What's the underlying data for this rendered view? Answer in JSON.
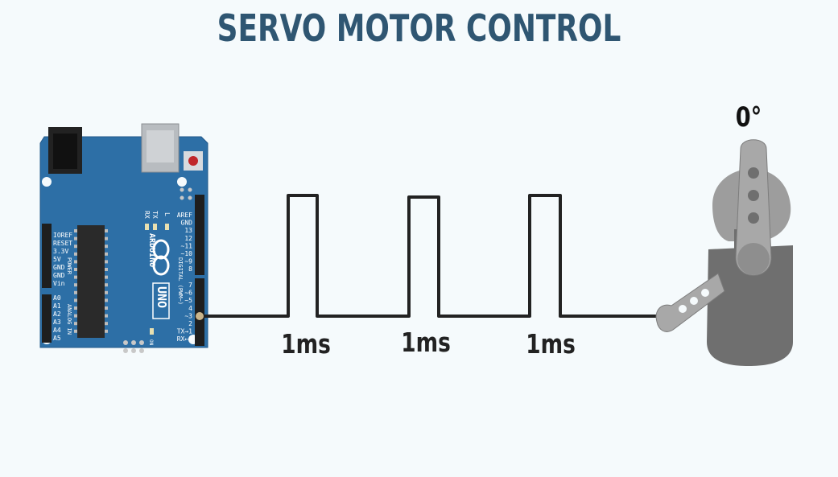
{
  "title": "SERVO MOTOR CONTROL",
  "angle": "0°",
  "pulses": [
    {
      "label": "1ms"
    },
    {
      "label": "1ms"
    },
    {
      "label": "1ms"
    }
  ],
  "arduino": {
    "brand": "ARDUINO",
    "model": "UNO",
    "left_labels": [
      "IOREF",
      "RESET",
      "3.3V",
      "5V",
      "GND",
      "GND",
      "Vin"
    ],
    "power_label": "POWER",
    "analog_labels": [
      "A0",
      "A1",
      "A2",
      "A3",
      "A4",
      "A5"
    ],
    "analog_title": "ANALOG IN",
    "right_top_labels": [
      "AREF",
      "GND",
      "13",
      "12",
      "~11",
      "~10",
      "~9",
      "8"
    ],
    "right_bottom_labels": [
      "7",
      "~6",
      "~5",
      "4",
      "~3",
      "2",
      "TX→1",
      "RX←0"
    ],
    "digital_title": "DIGITAL (PWM~)",
    "tx": "TX",
    "rx": "RX",
    "l": "L",
    "on": "ON"
  },
  "colors": {
    "title": "#2f5672",
    "board": "#2d6fa6",
    "wire": "#222222",
    "servo_body": "#6b6b6b",
    "horn": "#9a9a9a"
  }
}
